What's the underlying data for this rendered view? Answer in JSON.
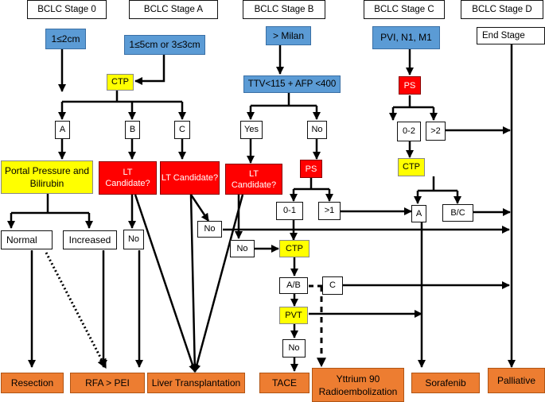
{
  "stages": [
    "BCLC Stage 0",
    "BCLC Stage A",
    "BCLC Stage B",
    "BCLC Stage C",
    "BCLC Stage D"
  ],
  "criteria": {
    "stage0": "1≤2cm",
    "stageA": "1≤5cm or 3≤3cm",
    "stageB": "> Milan",
    "stageC": "PVI, N1, M1",
    "stageD": "End Stage"
  },
  "nodes": {
    "ctp_a": "CTP",
    "ttv_afp": "TTV<115 + AFP <400",
    "ps_c": "PS",
    "a": "A",
    "b": "B",
    "c": "C",
    "yes": "Yes",
    "no_b": "No",
    "ps_range_low": "0-2",
    "ps_range_high": ">2",
    "portal_pressure": "Portal Pressure and Bilirubin",
    "lt_candidate_b": "LT Candidate?",
    "lt_candidate_c": "LT Candidate?",
    "lt_candidate_yes": "LT Candidate?",
    "ps_b": "PS",
    "ctp_c": "CTP",
    "normal": "Normal",
    "increased": "Increased",
    "ps_01": "0-1",
    "ps_gt1": ">1",
    "ctp_c_a": "A",
    "ctp_c_bc": "B/C",
    "no_lt_b": "No",
    "no_lt_c": "No",
    "no_lt_yes": "No",
    "ctp_b": "CTP",
    "ab": "A/B",
    "c_b": "C",
    "pvt": "PVT",
    "no_pvt": "No"
  },
  "outcomes": {
    "resection": "Resection",
    "rfa_pei": "RFA > PEI",
    "liver_transplantation": "Liver Transplantation",
    "tace": "TACE",
    "yttrium": "Yttrium 90 Radioembolization",
    "sorafenib": "Sorafenib",
    "palliative": "Palliative"
  },
  "colors": {
    "criteria": "#5b9bd5",
    "decision": "#ffff00",
    "candidate": "#ff0000",
    "outcome": "#ed7d31",
    "lines": "#000000"
  }
}
